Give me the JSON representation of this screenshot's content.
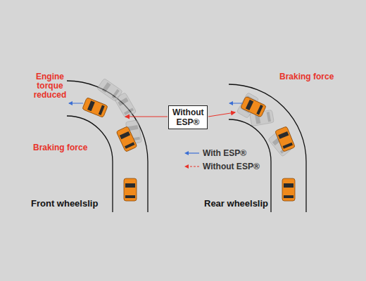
{
  "diagram": {
    "nodes": [
      {
        "text": [
          "Without ESP®"
        ]
      }
    ],
    "edges": [],
    "labels": [
      "Engine torque reduced",
      "Braking force",
      "Front wheelslip",
      "Braking force",
      "Rear wheelslip"
    ],
    "legend": [
      {
        "text": "With ESP®"
      },
      {
        "text": "Without ESP®"
      }
    ]
  }
}
